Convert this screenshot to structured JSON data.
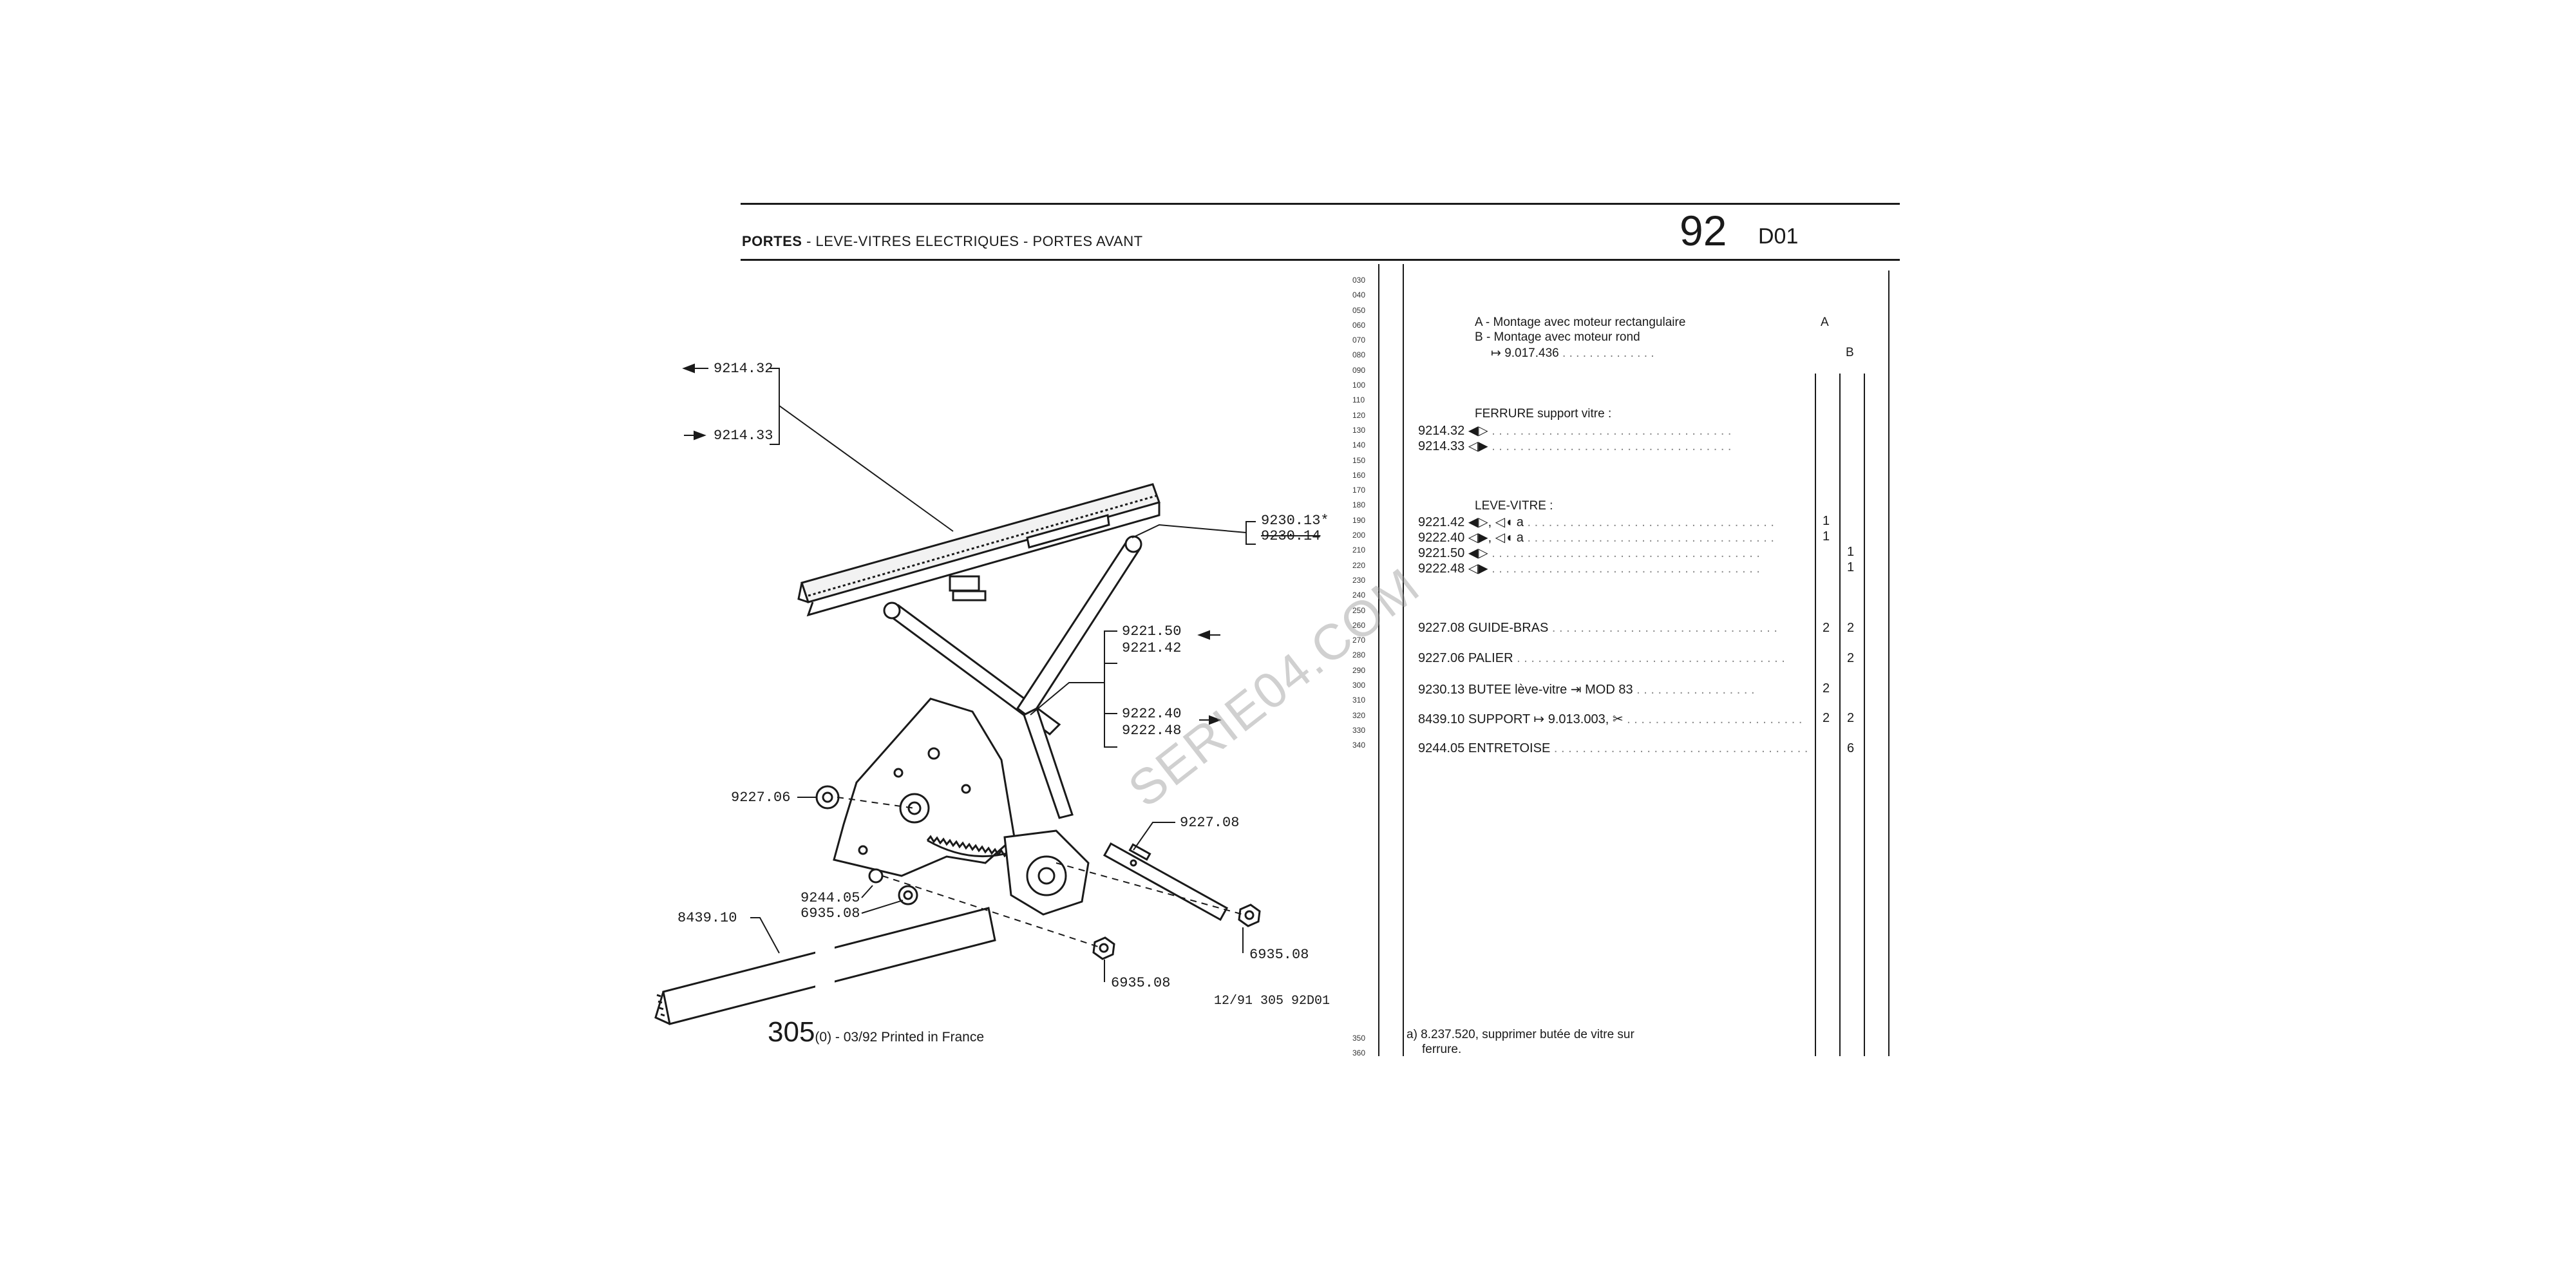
{
  "header": {
    "title_bold": "PORTES",
    "title_rest": " - LEVE-VITRES ELECTRIQUES - PORTES AVANT",
    "section_number": "92",
    "section_code": "D01"
  },
  "diagram_callouts": [
    {
      "id": "c1",
      "text": "9214.32"
    },
    {
      "id": "c2",
      "text": "9214.33"
    },
    {
      "id": "c3",
      "text": "9230.13*"
    },
    {
      "id": "c4",
      "text": "9230.14"
    },
    {
      "id": "c5",
      "text": "9221.50"
    },
    {
      "id": "c6",
      "text": "9221.42"
    },
    {
      "id": "c7",
      "text": "9222.40"
    },
    {
      "id": "c8",
      "text": "9222.48"
    },
    {
      "id": "c9",
      "text": "9227.06"
    },
    {
      "id": "c10",
      "text": "9227.08"
    },
    {
      "id": "c11",
      "text": "9244.05"
    },
    {
      "id": "c12",
      "text": "6935.08"
    },
    {
      "id": "c13",
      "text": "8439.10"
    },
    {
      "id": "c14",
      "text": "6935.08"
    },
    {
      "id": "c15",
      "text": "6935.08"
    }
  ],
  "drawing_ref": "12/91 305 92D01",
  "footer": {
    "page_number": "305",
    "page_suffix": "(0) - 03/92 Printed in France"
  },
  "watermark": "SERIE04.COM",
  "line_numbers": [
    "030",
    "040",
    "050",
    "060",
    "070",
    "080",
    "090",
    "100",
    "110",
    "120",
    "130",
    "140",
    "150",
    "160",
    "170",
    "180",
    "190",
    "200",
    "210",
    "220",
    "230",
    "240",
    "250",
    "260",
    "270",
    "280",
    "290",
    "300",
    "310",
    "320",
    "330",
    "340"
  ],
  "line_numbers_bottom": [
    "350",
    "360"
  ],
  "notes": {
    "a_line": "A - Montage avec moteur rectangulaire",
    "b_line": "B - Montage avec moteur rond",
    "b_ref": "9.017.436",
    "col_a": "A",
    "col_b": "B"
  },
  "groups": {
    "ferrure": "FERRURE support vitre :",
    "leve_vitre": "LEVE-VITRE :"
  },
  "parts": [
    {
      "ref": "9214.32",
      "desc": "",
      "q1": "",
      "q2": ""
    },
    {
      "ref": "9214.33",
      "desc": "",
      "q1": "",
      "q2": ""
    },
    {
      "ref": "9221.42",
      "desc": "a",
      "q1": "1",
      "q2": ""
    },
    {
      "ref": "9222.40",
      "desc": "a",
      "q1": "1",
      "q2": ""
    },
    {
      "ref": "9221.50",
      "desc": "",
      "q1": "",
      "q2": "1"
    },
    {
      "ref": "9222.48",
      "desc": "",
      "q1": "",
      "q2": "1"
    },
    {
      "ref": "9227.08",
      "desc": "GUIDE-BRAS",
      "q1": "2",
      "q2": "2"
    },
    {
      "ref": "9227.06",
      "desc": "PALIER",
      "q1": "",
      "q2": "2"
    },
    {
      "ref": "9230.13",
      "desc": "BUTEE lève-vitre",
      "desc2": "MOD 83",
      "q1": "2",
      "q2": ""
    },
    {
      "ref": "8439.10",
      "desc": "SUPPORT",
      "desc2": "9.013.003,",
      "q1": "2",
      "q2": "2"
    },
    {
      "ref": "9244.05",
      "desc": "ENTRETOISE",
      "q1": "",
      "q2": "6"
    }
  ],
  "footnote": {
    "line1": "a)  8.237.520, supprimer butée de vitre sur",
    "line2": "ferrure."
  }
}
